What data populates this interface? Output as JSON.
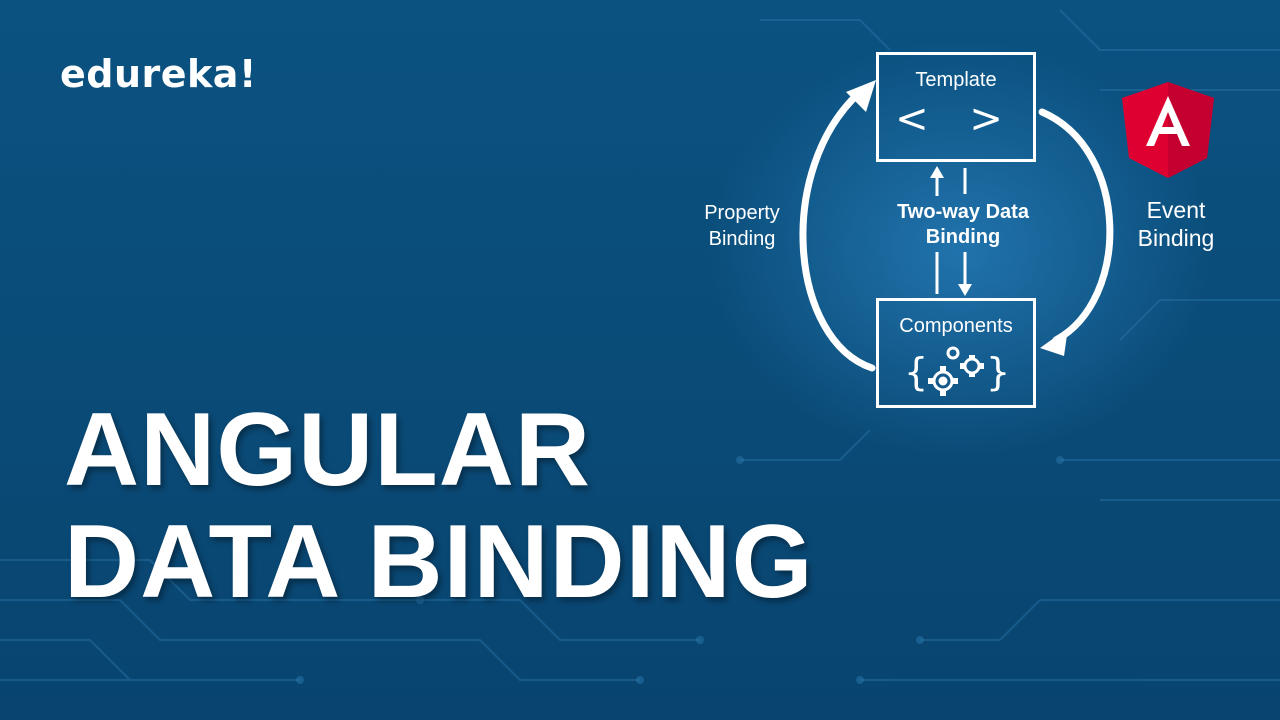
{
  "logo": {
    "text": "edureka!"
  },
  "title": {
    "line1": "ANGULAR",
    "line2": "DATA BINDING"
  },
  "diagram": {
    "template_label": "Template",
    "template_glyph": "< >",
    "components_label": "Components",
    "property_binding": "Property Binding",
    "event_binding": "Event Binding",
    "two_way": "Two-way Data Binding"
  },
  "angular_logo": {
    "letter": "A"
  },
  "colors": {
    "background": "#0a4d78",
    "angular_red": "#dd0031",
    "angular_dark_red": "#c3002f",
    "text": "#ffffff"
  }
}
